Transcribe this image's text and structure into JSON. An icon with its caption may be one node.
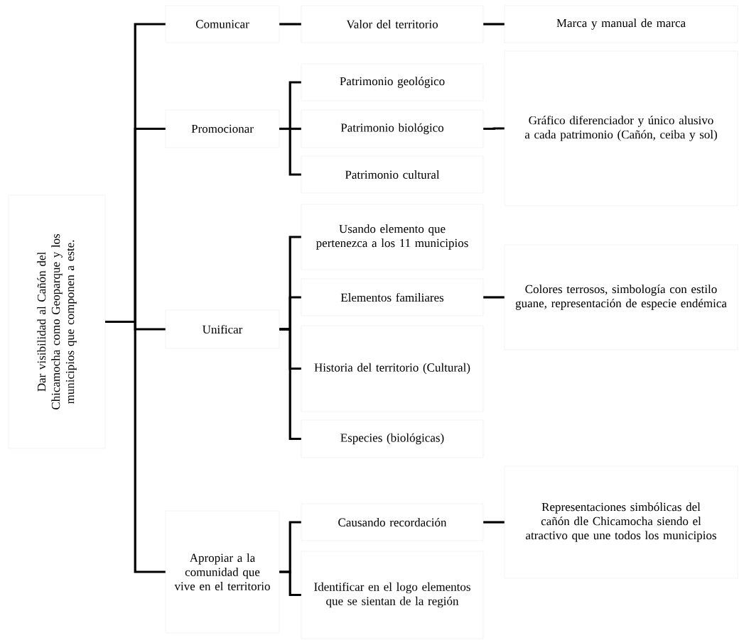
{
  "diagram": {
    "nodes": [
      {
        "text": [
          "Dar visibilidad al Cañón del Chicamocha como Geoparque y los municipios que componen a este."
        ]
      },
      {
        "text": [
          "Comunicar"
        ]
      },
      {
        "text": [
          "Valor del territorio"
        ]
      },
      {
        "text": [
          "Marca y manual de marca"
        ]
      },
      {
        "text": [
          "Promocionar"
        ]
      },
      {
        "text": [
          "Patrimonio geológico"
        ]
      },
      {
        "text": [
          "Patrimonio biológico"
        ]
      },
      {
        "text": [
          "Patrimonio cultural"
        ]
      },
      {
        "text": [
          "Gráfico diferenciador y único alusivo a cada patrimonio (Cañón, ceiba y sol)"
        ]
      },
      {
        "text": [
          "Unificar"
        ]
      },
      {
        "text": [
          "Usando elemento que pertenezca a los 11 municipios"
        ]
      },
      {
        "text": [
          "Elementos familiares"
        ]
      },
      {
        "text": [
          "Historia del territorio (Cultural)"
        ]
      },
      {
        "text": [
          "Especies (biológicas)"
        ]
      },
      {
        "text": [
          "Colores terrosos, simbología con estilo guane, representación de especie endémica"
        ]
      },
      {
        "text": [
          "Apropiar a la comunidad que vive en el territorio"
        ]
      },
      {
        "text": [
          "Causando recordación"
        ]
      },
      {
        "text": [
          "Identificar en el logo elementos que se sientan de la región"
        ]
      },
      {
        "text": [
          "Representaciones simbólicas del cañón dle Chicamocha siendo el atractivo que une todos los municipios"
        ]
      }
    ],
    "edges": [
      {
        "from": 0,
        "to": 1,
        "arrow": "none"
      },
      {
        "from": 0,
        "to": 4,
        "arrow": "none"
      },
      {
        "from": 0,
        "to": 9,
        "arrow": "none"
      },
      {
        "from": 0,
        "to": 15,
        "arrow": "none"
      },
      {
        "from": 1,
        "to": 2,
        "arrow": "none"
      },
      {
        "from": 2,
        "to": 3,
        "arrow": "none"
      },
      {
        "from": 4,
        "to": 5,
        "arrow": "none"
      },
      {
        "from": 4,
        "to": 6,
        "arrow": "none"
      },
      {
        "from": 4,
        "to": 7,
        "arrow": "none"
      },
      {
        "from": 6,
        "to": 8,
        "arrow": "none"
      },
      {
        "from": 9,
        "to": 10,
        "arrow": "none"
      },
      {
        "from": 9,
        "to": 11,
        "arrow": "none"
      },
      {
        "from": 9,
        "to": 12,
        "arrow": "none"
      },
      {
        "from": 9,
        "to": 13,
        "arrow": "none"
      },
      {
        "from": 11,
        "to": 14,
        "arrow": "none"
      },
      {
        "from": 15,
        "to": 16,
        "arrow": "none"
      },
      {
        "from": 15,
        "to": 17,
        "arrow": "none"
      },
      {
        "from": 16,
        "to": 18,
        "arrow": "none"
      }
    ]
  }
}
